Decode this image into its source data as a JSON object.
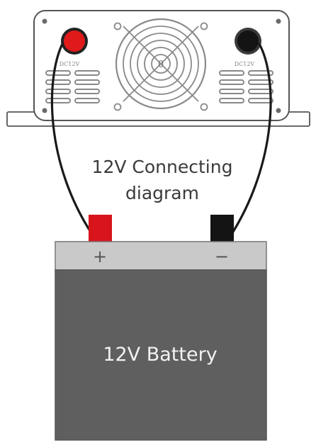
{
  "inverter": {
    "left_port_label": "DC12V",
    "right_port_label": "DC12V",
    "fan_label": "0",
    "positive_port_color": "#e01a1a",
    "negative_port_color": "#141414"
  },
  "caption": {
    "line1": "12V Connecting",
    "line2": "diagram"
  },
  "battery": {
    "label": "12V Battery",
    "positive_symbol": "+",
    "negative_symbol": "−",
    "body_color": "#5f5f5f",
    "top_color": "#c9c9c9",
    "positive_terminal_color": "#d8141c",
    "negative_terminal_color": "#141414"
  },
  "colors": {
    "outline": "#555555",
    "cable": "#1a1a1a",
    "vent": "#888888"
  }
}
